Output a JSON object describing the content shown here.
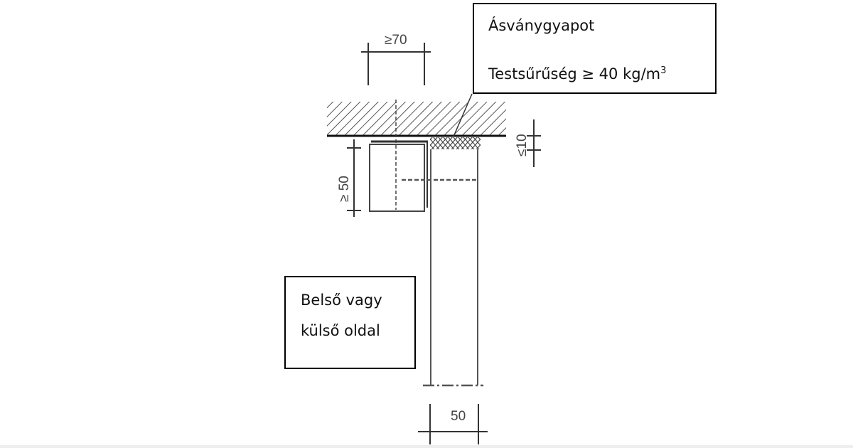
{
  "labels": {
    "material_title": "Ásványgyapot",
    "density_prefix": "Testsűrűség ≥ 40 kg/m",
    "density_sup": "3",
    "side_line1": "Belső vagy",
    "side_line2": "külső oldal"
  },
  "dimensions": {
    "top_width": "≥70",
    "batten_height": "≥ 50",
    "gap": "≤10",
    "wall_thickness": "50"
  }
}
